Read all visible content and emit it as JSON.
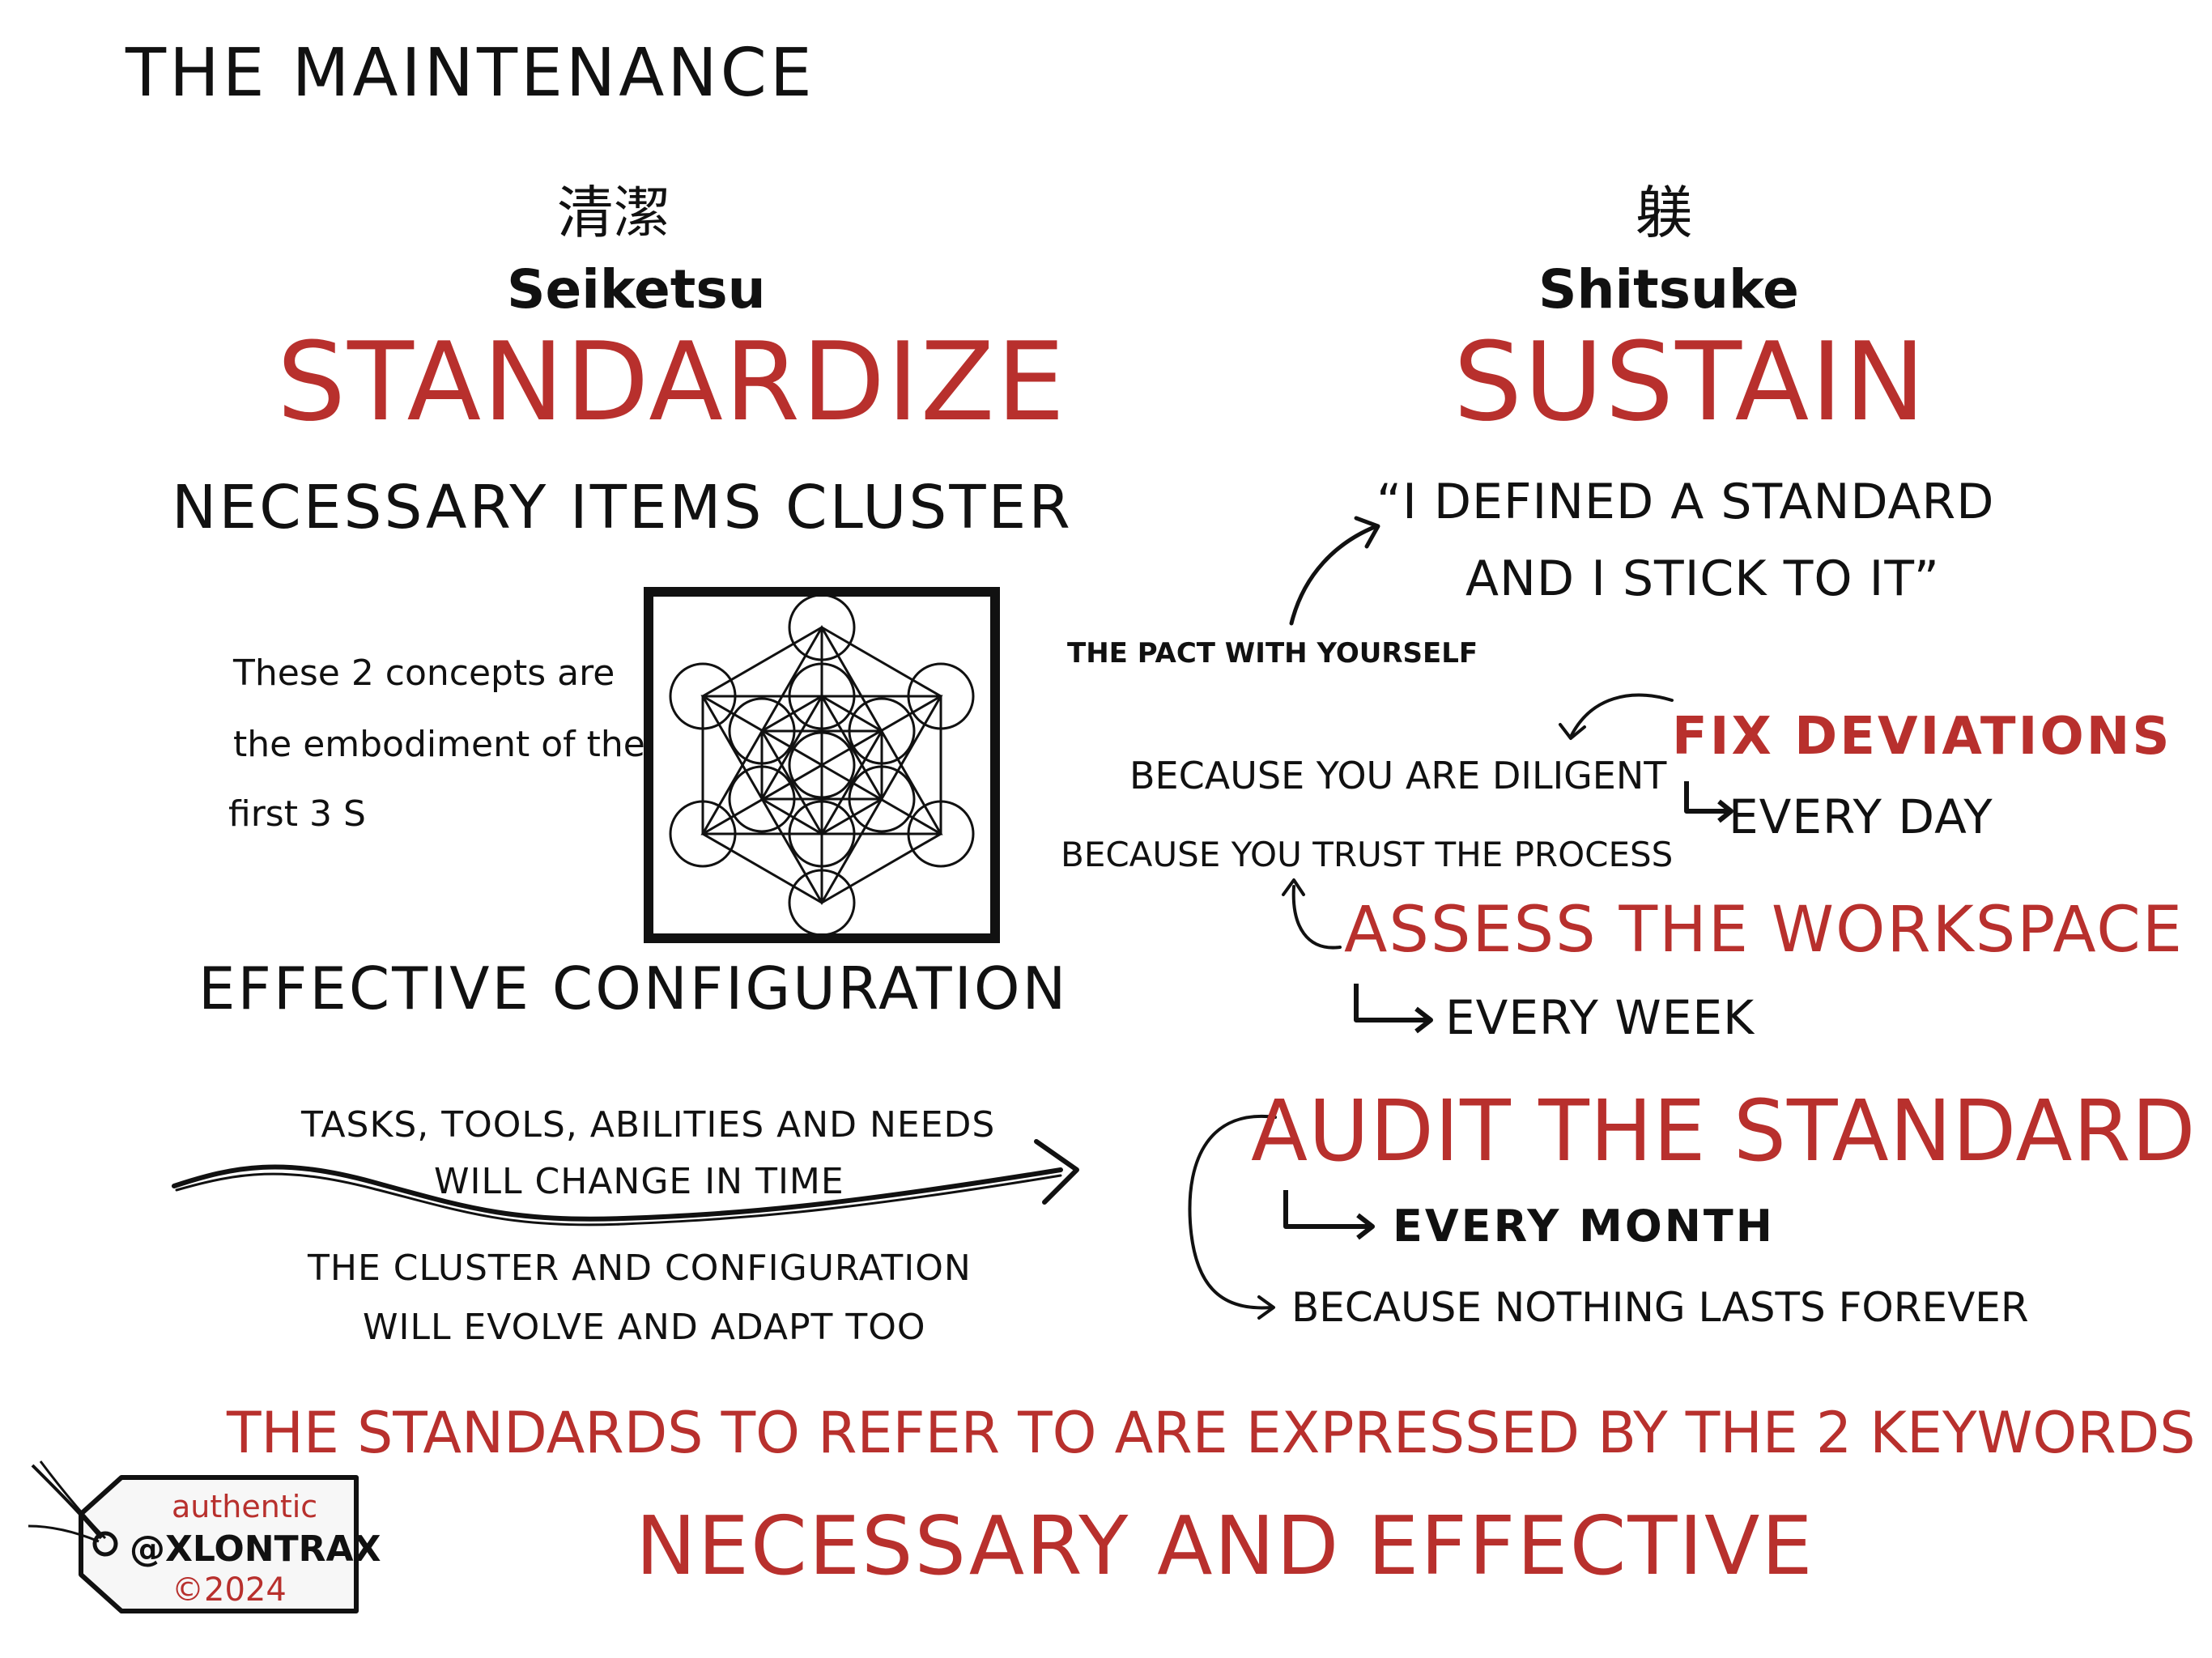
{
  "title": "THE MAINTENANCE",
  "colors": {
    "ink": "#111111",
    "accent": "#b8302d",
    "background": "#ffffff"
  },
  "left": {
    "kanji": "清潔",
    "romaji": "Seiketsu",
    "heading": "STANDARDIZE",
    "subheading": "NECESSARY ITEMS CLUSTER",
    "concepts_lines": [
      "These 2 concepts are",
      "the embodiment of the",
      "first 3 S"
    ],
    "figure_icon": "metatrons-cube-icon",
    "config_heading": "EFFECTIVE CONFIGURATION",
    "change_lines": [
      "TASKS, TOOLS, ABILITIES AND NEEDS",
      "WILL CHANGE IN TIME"
    ],
    "evolve_lines": [
      "THE CLUSTER AND CONFIGURATION",
      "WILL EVOLVE AND ADAPT TOO"
    ]
  },
  "right": {
    "kanji": "躾",
    "romaji": "Shitsuke",
    "heading": "SUSTAIN",
    "quote_line1": "“I DEFINED A STANDARD",
    "quote_line2": "AND I STICK TO IT”",
    "pact": "THE PACT WITH YOURSELF",
    "diligent": "BECAUSE YOU ARE DILIGENT",
    "trust": "BECAUSE YOU TRUST THE PROCESS",
    "fix": "FIX DEVIATIONS",
    "fix_freq": "EVERY DAY",
    "assess": "ASSESS THE WORKSPACE",
    "assess_freq": "EVERY WEEK",
    "audit": "AUDIT THE STANDARD",
    "audit_freq": "EVERY MONTH",
    "audit_reason": "BECAUSE NOTHING LASTS FOREVER"
  },
  "footer": {
    "line1": "THE STANDARDS TO REFER TO ARE EXPRESSED BY THE 2 KEYWORDS",
    "line2": "NECESSARY AND EFFECTIVE"
  },
  "tag": {
    "line1": "authentic",
    "line2": "@XLONTRAX",
    "line3": "©2024"
  }
}
